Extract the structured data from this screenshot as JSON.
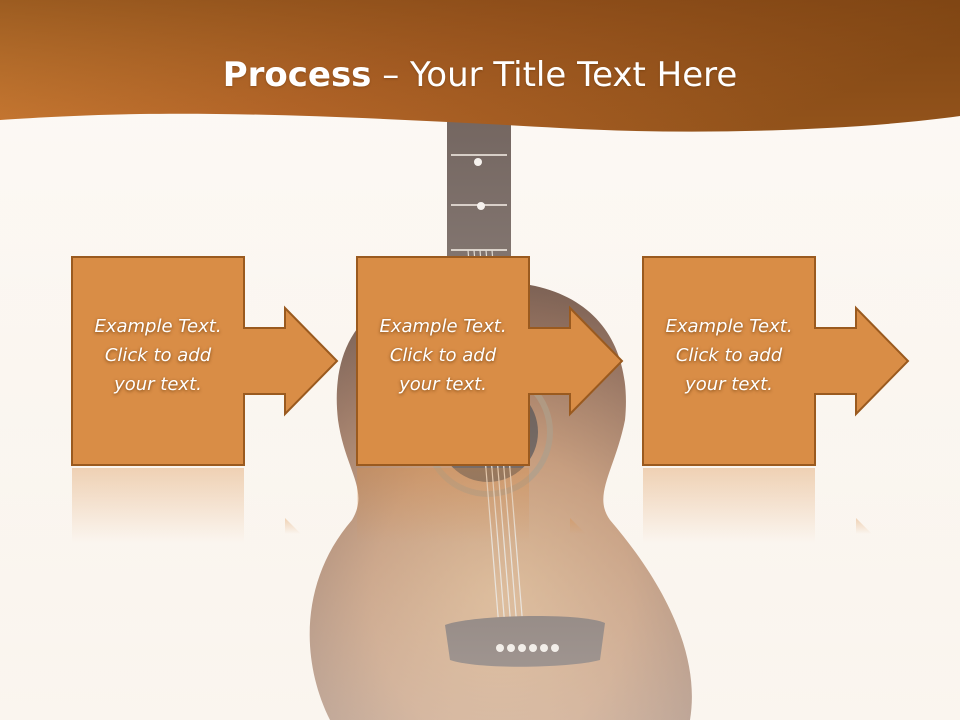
{
  "slide": {
    "title_bold": "Process",
    "title_rest": " – Your Title Text Here"
  },
  "steps": [
    {
      "line1": "Example Text.",
      "line2": "Click  to add",
      "line3": "your text."
    },
    {
      "line1": "Example Text.",
      "line2": "Click  to add",
      "line3": "your text."
    },
    {
      "line1": "Example Text.",
      "line2": "Click  to add",
      "line3": "your text."
    }
  ],
  "colors": {
    "header_dark": "#8a4c12",
    "header_light": "#d9893a",
    "box_fill": "#d98d46",
    "box_border": "#9a5a1f",
    "background": "#fdf9f5"
  }
}
